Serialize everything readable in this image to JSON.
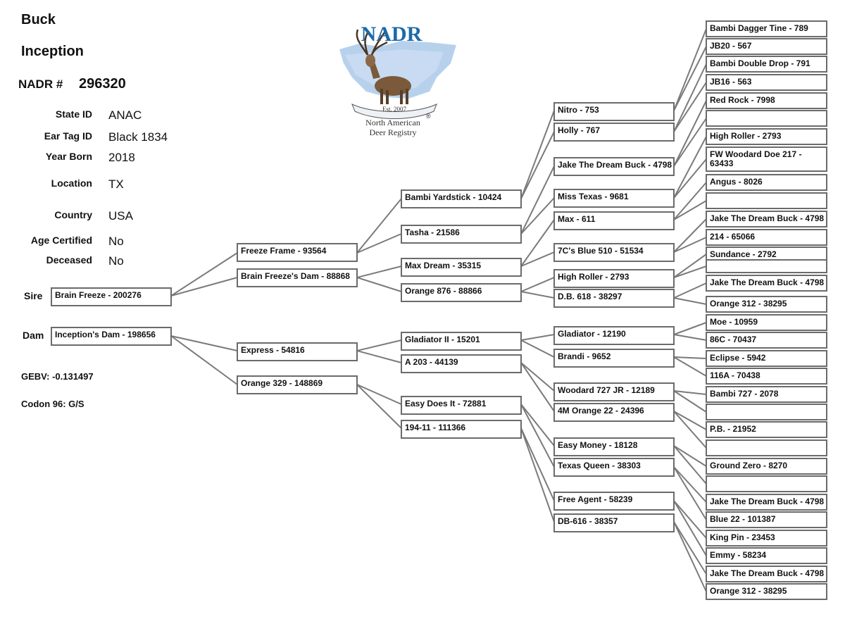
{
  "header": {
    "title": "Buck",
    "name": "Inception",
    "nadr_label": "NADR #",
    "nadr_number": "296320"
  },
  "info": [
    {
      "label": "State ID",
      "value": "ANAC"
    },
    {
      "label": "Ear Tag ID",
      "value": "Black 1834"
    },
    {
      "label": "Year Born",
      "value": "2018"
    },
    {
      "label": "Location",
      "value": "TX"
    },
    {
      "label": "Country",
      "value": "USA"
    },
    {
      "label": "Age Certified",
      "value": "No"
    },
    {
      "label": "Deceased",
      "value": "No"
    }
  ],
  "labels": {
    "sire": "Sire",
    "dam": "Dam"
  },
  "stats": {
    "gebv": "GEBV: -0.131497",
    "codon": "Codon 96: G/S"
  },
  "logo": {
    "brand": "NADR",
    "est": "Est. 2007",
    "line1": "North American",
    "line2": "Deer Registry",
    "reg": "®"
  },
  "pedigree": {
    "gen1": [
      "Brain Freeze - 200276",
      "Inception's Dam - 198656"
    ],
    "gen2": [
      "Freeze Frame - 93564",
      "Brain Freeze's Dam - 88868",
      "Express - 54816",
      "Orange 329 - 148869"
    ],
    "gen3": [
      "Bambi Yardstick - 10424",
      "Tasha - 21586",
      "Max Dream - 35315",
      "Orange  876 - 88866",
      "Gladiator II - 15201",
      "A 203 - 44139",
      "Easy Does It - 72881",
      "194-11 - 111366"
    ],
    "gen4": [
      "Nitro - 753",
      "Holly - 767",
      "Jake The Dream Buck - 4798",
      "Miss Texas - 9681",
      "Max - 611",
      "7C's Blue 510 - 51534",
      "High Roller - 2793",
      "D.B. 618 - 38297",
      "Gladiator - 12190",
      "Brandi - 9652",
      "Woodard 727 JR - 12189",
      "4M Orange 22 - 24396",
      "Easy Money - 18128",
      "Texas Queen - 38303",
      "Free Agent - 58239",
      "DB-616 - 38357"
    ],
    "gen5": [
      "Bambi Dagger Tine - 789",
      "JB20 - 567",
      "Bambi Double Drop - 791",
      "JB16 - 563",
      "Red Rock - 7998",
      "",
      "High Roller - 2793",
      "FW Woodard Doe 217 - 63433",
      "Angus - 8026",
      "",
      "Jake The Dream Buck - 4798",
      "214 - 65066",
      "Sundance - 2792",
      "",
      "Jake The Dream Buck - 4798",
      "Orange 312 - 38295",
      "Moe - 10959",
      "86C - 70437",
      "Eclipse - 5942",
      "116A - 70438",
      "Bambi 727 - 2078",
      "",
      "P.B. - 21952",
      "",
      "Ground Zero - 8270",
      "",
      "Jake The Dream Buck - 4798",
      "Blue 22 - 101387",
      "King Pin - 23453",
      "Emmy - 58234",
      "Jake The Dream Buck - 4798",
      "Orange 312 - 38295"
    ]
  }
}
